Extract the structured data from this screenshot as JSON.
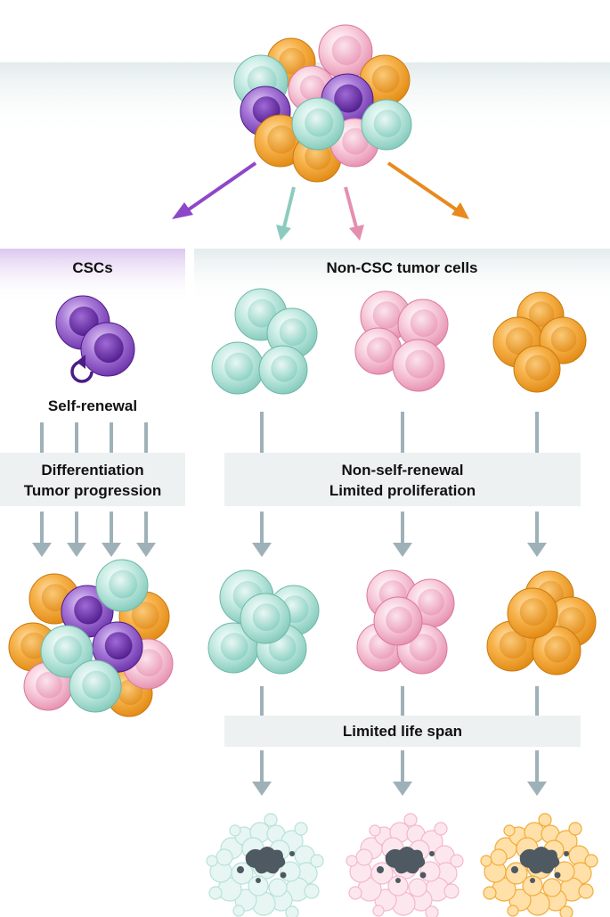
{
  "labels": {
    "cscs": "CSCs",
    "non_csc": "Non-CSC tumor cells",
    "self_renewal": "Self-renewal",
    "differentiation": "Differentiation",
    "tumor_progression": "Tumor progression",
    "non_self_renewal": "Non-self-renewal",
    "limited_proliferation": "Limited proliferation",
    "limited_life_span": "Limited life span"
  },
  "colors": {
    "csc_purple": "#7a3fb8",
    "teal": "#9fd8cc",
    "pink": "#f0a9c3",
    "orange": "#f0a030",
    "arrow_gray": "#9fb1b8",
    "band_gray": "#edf1f2",
    "band_purple": "#e7d9f4",
    "debris_dark": "#4e5961"
  },
  "icons": {
    "self_renewal": "circular-arrow-icon"
  }
}
